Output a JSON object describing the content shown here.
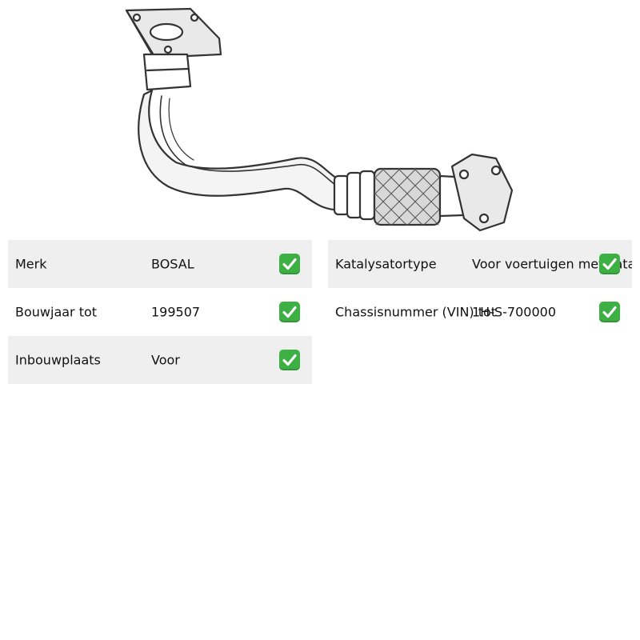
{
  "left_specs": [
    {
      "label": "Merk",
      "value": "BOSAL"
    },
    {
      "label": "Bouwjaar tot",
      "value": "199507"
    },
    {
      "label": "Inbouwplaats",
      "value": "Voor"
    }
  ],
  "right_specs": [
    {
      "label": "Katalysatortype",
      "value": "Voor voertuigen met katalysator"
    },
    {
      "label": "Chassisnummer (VIN) tot",
      "value": "1H-S-700000"
    }
  ],
  "colors": {
    "row_shade": "#efefef",
    "check_green": "#3cb043"
  },
  "icons": {
    "status": "check-mark-icon",
    "product": "exhaust-front-pipe-image"
  }
}
